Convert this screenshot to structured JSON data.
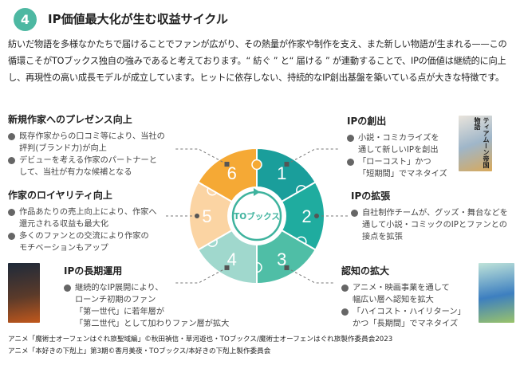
{
  "header": {
    "number": "4",
    "title": "IP価値最大化が生む収益サイクル"
  },
  "intro": "紡いだ物語を多様なかたちで届けることでファンが広がり、その熱量が作家や制作を支え、また新しい物語が生まれる——この循環こそがTOブックス独自の強みであると考えております。“ 紡ぐ ” と“ 届ける ” が連動することで、IPの価値は継続的に向上し、再現性の高い成長モデルが成立しています。ヒットに依存しない、持続的なIP創出基盤を築いている点が大きな特徴です。",
  "wheel": {
    "center_label": "TOブックス",
    "segments": [
      {
        "label": "1",
        "color": "#1a9e9b"
      },
      {
        "label": "2",
        "color": "#1fac9f"
      },
      {
        "label": "3",
        "color": "#4fbea6"
      },
      {
        "label": "4",
        "color": "#a0d8cd"
      },
      {
        "label": "5",
        "color": "#fbd4a3"
      },
      {
        "label": "6",
        "color": "#f5a935"
      }
    ]
  },
  "sections": {
    "s1": {
      "title": "IPの創出",
      "items": [
        "小説・コミカライズを\n通して新しいIPを創出",
        "「ローコスト」かつ\n「短期間」でマネタイズ"
      ]
    },
    "s2": {
      "title": "IPの拡張",
      "items": [
        "自社制作チームが、グッズ・舞台などを\n通して小説・コミックのIPとファンとの\n接点を拡張"
      ]
    },
    "s3": {
      "title": "認知の拡大",
      "items": [
        "アニメ・映画事業を通して\n幅広い層へ認知を拡大",
        "「ハイコスト・ハイリターン」\nかつ「長期間」でマネタイズ"
      ]
    },
    "s4": {
      "title": "IPの長期運用",
      "items": [
        "継続的なIP展開により、\nローンチ初期のファン\n「第一世代」に若年層が\n「第二世代」として加わりファン層が拡大"
      ]
    },
    "s5": {
      "title": "作家のロイヤリティ向上",
      "items": [
        "作品あたりの売上向上により、作家へ\n還元される収益も最大化",
        "多くのファンとの交流により作家の\nモチベーションもアップ"
      ]
    },
    "s6": {
      "title": "新規作家へのプレゼンス向上",
      "items": [
        "既存作家からの口コミ等により、当社の\n評判(ブランド力)が向上",
        "デビューを考える作家のパートナーと\nして、当社が有力な候補となる"
      ]
    }
  },
  "covers": {
    "book_title": "ティアムーン帝国物語"
  },
  "footnotes": [
    "アニメ「魔術士オーフェンはぐれ旅聖域編」©秋田禎信・草河遊也・TOブックス/魔術士オーフェンはぐれ旅製作委員会2023",
    "アニメ「本好きの下剋上」第3期©香月美夜・TOブックス/本好きの下剋上製作委員会"
  ]
}
